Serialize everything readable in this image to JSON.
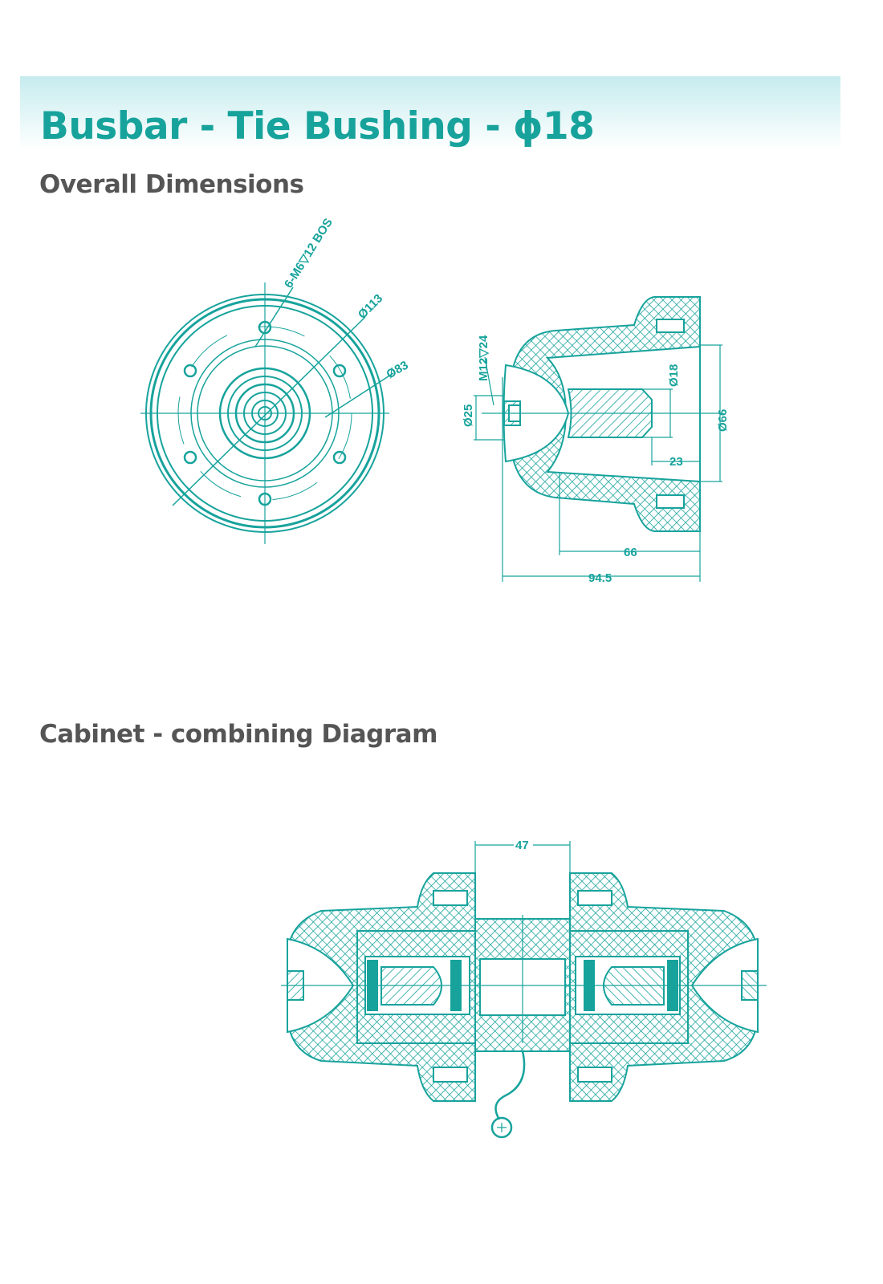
{
  "header": {
    "title": "Busbar - Tie Bushing - ϕ18"
  },
  "sections": {
    "overall": "Overall Dimensions",
    "cabinet": "Cabinet - combining Diagram"
  },
  "front_view": {
    "thread": "6-M6▽12 BOS",
    "d_outer": "Ø113",
    "d_bolt": "Ø83"
  },
  "side_view": {
    "thread": "M12▽24",
    "d_pin": "Ø25",
    "d_conductor": "Ø18",
    "d_body": "Ø66",
    "len_23": "23",
    "len_66": "66",
    "len_total": "94.5"
  },
  "cabinet_view": {
    "gap": "47"
  },
  "colors": {
    "accent": "#17a39c",
    "text": "#555555"
  }
}
